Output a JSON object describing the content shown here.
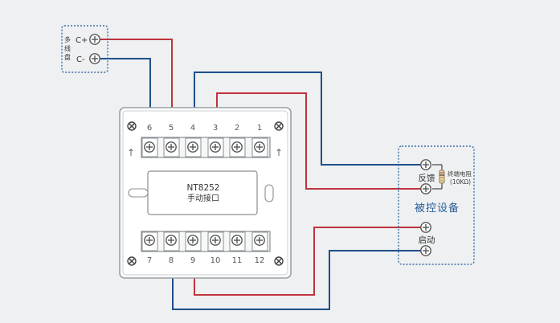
{
  "panel": {
    "label_chars": [
      "多",
      "线",
      "盘"
    ],
    "terminals": [
      "C+",
      "C-"
    ]
  },
  "module": {
    "model": "NT8252",
    "name": "手动接口",
    "top_terminal_numbers": [
      "6",
      "5",
      "4",
      "3",
      "2",
      "1"
    ],
    "bottom_terminal_numbers": [
      "7",
      "8",
      "9",
      "10",
      "11",
      "12"
    ],
    "arrow_glyph": "↑"
  },
  "device": {
    "title": "被控设备",
    "feedback_label": "反馈",
    "start_label": "启动",
    "resistor_label_line1": "终端电阻",
    "resistor_label_line2": "(10KΩ)"
  },
  "colors": {
    "red_wire": "#c0333d",
    "blue_wire": "#1f4f8a",
    "dotted_border": "#3a6ea8",
    "device_title": "#2a5d9a"
  }
}
